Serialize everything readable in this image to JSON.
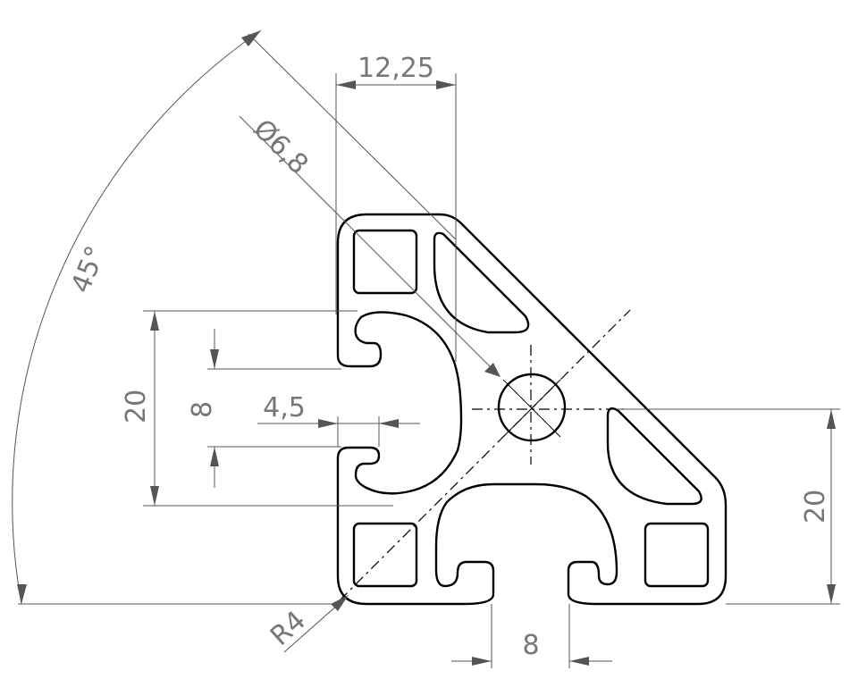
{
  "dimensions": {
    "slot_width_top": "12,25",
    "hole_diameter": "Ø6,8",
    "angle": "45°",
    "height_left": "20",
    "slot_opening_left": "8",
    "slot_depth": "4,5",
    "height_right": "20",
    "slot_opening_bottom": "8",
    "corner_radius": "R4"
  }
}
